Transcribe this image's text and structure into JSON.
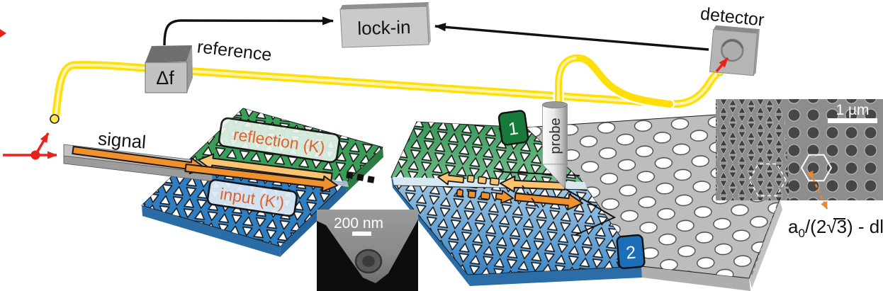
{
  "labels": {
    "signal": "signal",
    "reference": "reference",
    "lock_in": "lock-in",
    "delta_f": "Δf",
    "detector": "detector",
    "reflection": "reflection (K)",
    "input": "input (K')",
    "probe": "probe",
    "region_badge_1": "1",
    "region_badge_2": "2",
    "tip_scalebar": "200 nm",
    "lattice_scalebar": "1 µm"
  },
  "formula": {
    "base": "a",
    "subscript": "0",
    "divider": "/(2",
    "radical": "√",
    "radicand": "3",
    "tail": ") - dl"
  },
  "colors": {
    "fiber_yellow": "#ffdf0a",
    "chip_green": "#3b9e58",
    "chip_blue": "#2f7ec2",
    "lattice_gray": "#bdbdbd",
    "arrow_orange_dark": "#f0912e",
    "arrow_orange_light": "#fcc46f",
    "beam_red": "#e8231e",
    "label_orange": "#e45f2b",
    "badge_green": "#177a3a",
    "badge_blue": "#1b6fb8"
  }
}
